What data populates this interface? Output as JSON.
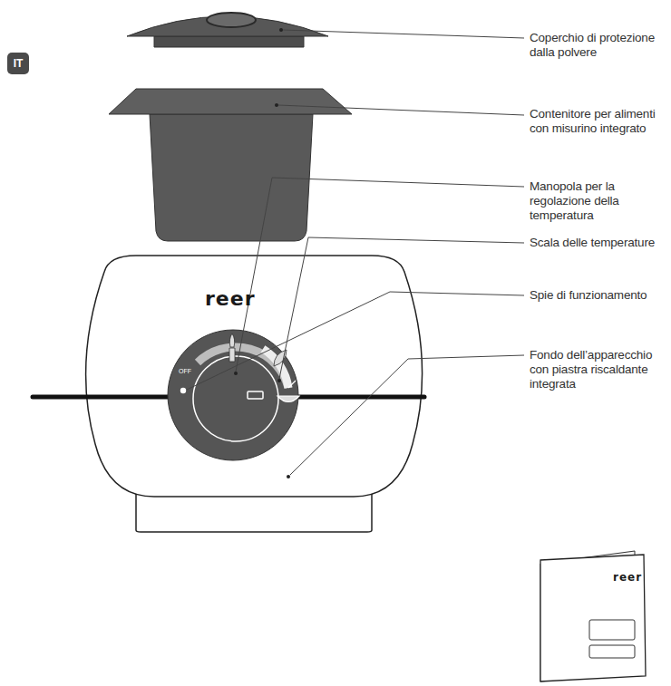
{
  "diagram": {
    "nodes": [
      {
        "text": [
          "IT"
        ]
      }
    ],
    "labels": [
      "Coperchio di protezione dalla polvere",
      "Contenitore per alimenti con misurino integrato",
      "Manopola per la regolazione della temperatura",
      "reer",
      "Scala delle temperature",
      "OFF",
      "Spie di funzionamento",
      "Fondo dell’apparecchio con piastra riscaldante integrata",
      "reer"
    ]
  }
}
